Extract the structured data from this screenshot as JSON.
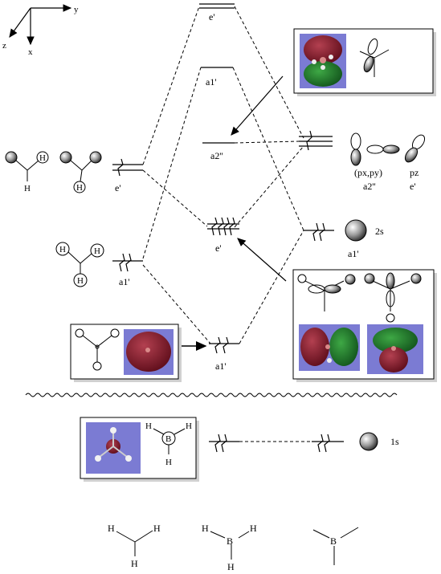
{
  "axes": {
    "y": "y",
    "z": "z",
    "x": "x"
  },
  "levels": {
    "top_e": "e'",
    "a1_upper": "a1'",
    "a2_center": "a2''",
    "e_center": "e'",
    "a1_lower": "a1'"
  },
  "left_fragments": {
    "e_label": "e'",
    "a1_label": "a1'"
  },
  "right_orbitals": {
    "pxpy": "(px,py)",
    "pz": "pz",
    "a2_label": "a2''",
    "e_label": "e'",
    "s2": "2s",
    "a1_label": "a1'",
    "s1": "1s"
  },
  "atoms": {
    "H": "H",
    "B": "B"
  },
  "colors": {
    "boxbg": "#7b7bd3",
    "maroon": "#8b1a2b",
    "green": "#1f7a2a",
    "line": "#000000"
  }
}
